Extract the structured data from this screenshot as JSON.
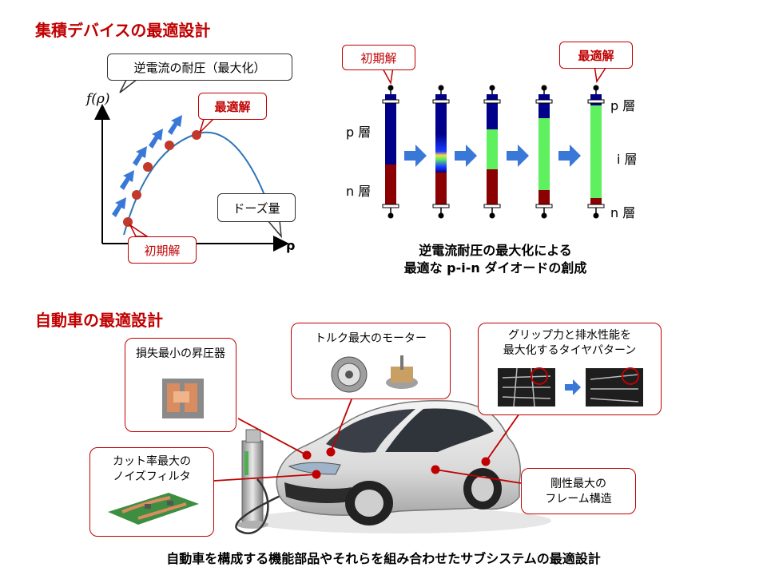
{
  "section1": {
    "title": "集積デバイスの最適設計",
    "plot": {
      "y_axis_label": "f(ρ)",
      "x_axis_label": "ρ",
      "callout_objective": "逆電流の耐圧（最大化）",
      "callout_optimal": "最適解",
      "callout_initial": "初期解",
      "callout_variable": "ドーズ量"
    },
    "diodes": {
      "callout_initial": "初期解",
      "callout_optimal": "最適解",
      "layers_left": [
        "p 層",
        "n 層"
      ],
      "layers_right": [
        "p 層",
        "i 層",
        "n 層"
      ],
      "caption_line1": "逆電流耐圧の最大化による",
      "caption_line2": "最適な p-i-n ダイオードの創成"
    }
  },
  "section2": {
    "title": "自動車の最適設計",
    "boxes": {
      "booster": "損失最小の昇圧器",
      "motor": "トルク最大のモーター",
      "tire_line1": "グリップ力と排水性能を",
      "tire_line2": "最大化するタイヤパターン",
      "filter_line1": "カット率最大の",
      "filter_line2": "ノイズフィルタ",
      "frame_line1": "剛性最大の",
      "frame_line2": "フレーム構造"
    },
    "caption": "自動車を構成する機能部品やそれらを組み合わせたサブシステムの最適設計"
  },
  "colors": {
    "accent_red": "#c00000",
    "arrow_blue": "#3a78d8",
    "curve_blue": "#2e75b6",
    "n_layer": "#8b0000",
    "p_layer": "#00008b",
    "i_layer": "#5ef05e"
  }
}
